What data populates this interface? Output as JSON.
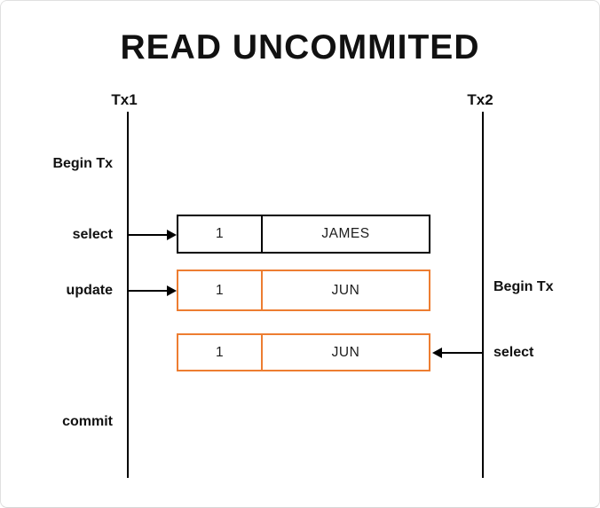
{
  "title": "READ UNCOMMITED",
  "colors": {
    "orange": "#ED7D31",
    "ink": "#111111",
    "frame_border": "#E0E0E0"
  },
  "timelines": {
    "tx1": {
      "label": "Tx1"
    },
    "tx2": {
      "label": "Tx2"
    }
  },
  "tx1_events": {
    "begin": "Begin Tx",
    "select": "select",
    "update": "update",
    "commit": "commit"
  },
  "tx2_events": {
    "begin": "Begin Tx",
    "select": "select"
  },
  "rows": [
    {
      "id": "1",
      "value": "JAMES",
      "state": "committed"
    },
    {
      "id": "1",
      "value": "JUN",
      "state": "uncommitted"
    },
    {
      "id": "1",
      "value": "JUN",
      "state": "uncommitted-read"
    }
  ],
  "icons": {
    "tx1_select_arrow": "arrow-right",
    "tx1_update_arrow": "arrow-right",
    "tx2_select_arrow": "arrow-left"
  }
}
